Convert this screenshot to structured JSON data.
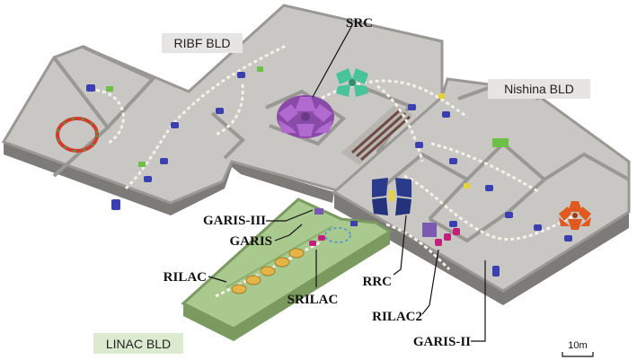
{
  "buildings": {
    "ribf": "RIBF BLD",
    "nishina": "Nishina BLD",
    "linac": "LINAC BLD"
  },
  "accelerators": {
    "src": "SRC",
    "garis3": "GARIS-III",
    "garis": "GARIS",
    "rilac": "RILAC",
    "rrc": "RRC",
    "srilac": "SRILAC",
    "rilac2": "RILAC2",
    "garis2": "GARIS-II"
  },
  "scale_bar": "10m",
  "colors": {
    "floor": "#c9c7c4",
    "wall_top": "#9a9895",
    "wall_side": "#7d7b78",
    "linac_floor": "#a9c98e",
    "linac_label_bg": "#dcebcf",
    "src_magnet": "#b06ad0",
    "irc_magnet": "#49c39b",
    "rrc_magnet": "#2a3b8c",
    "gariss2_magnet": "#e05a20"
  }
}
